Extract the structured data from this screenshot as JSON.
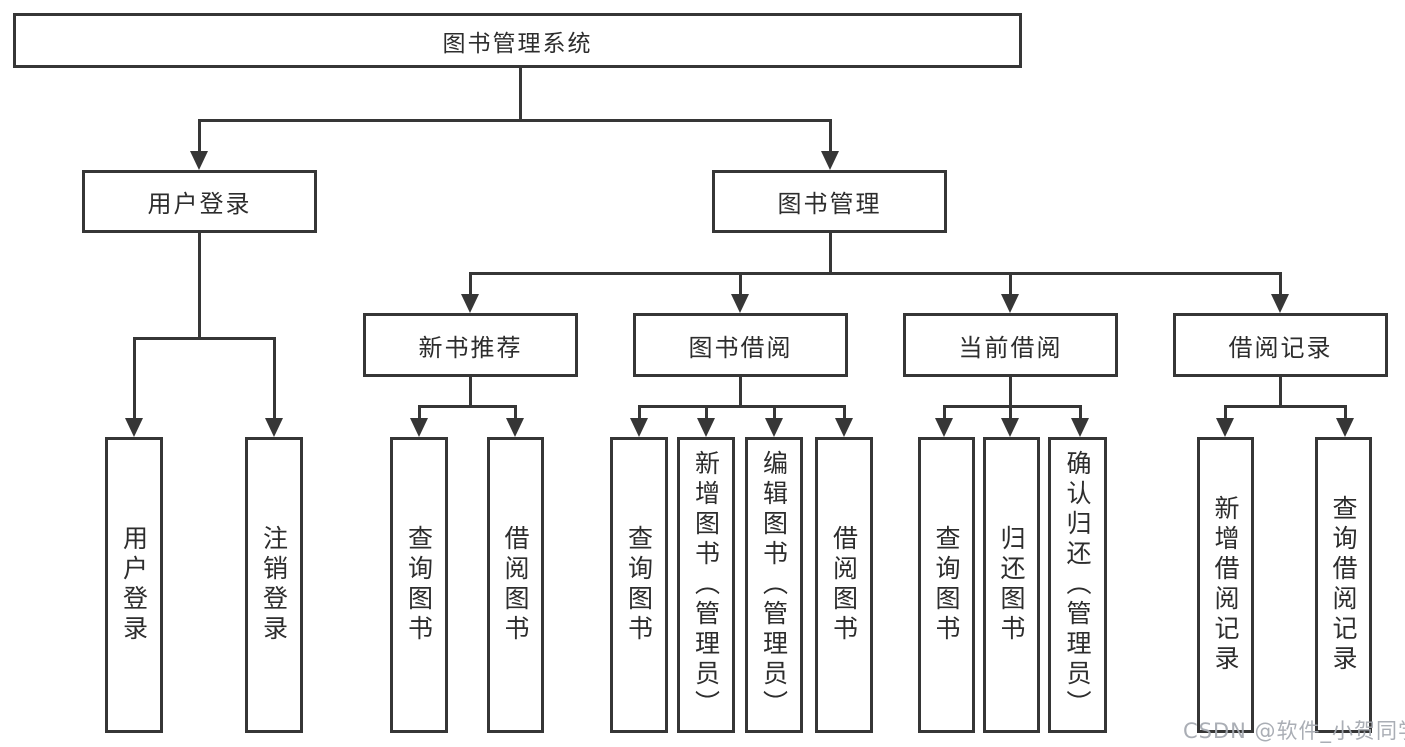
{
  "diagram": {
    "root": {
      "label": "图书管理系统"
    },
    "level2": [
      {
        "label": "用户登录"
      },
      {
        "label": "图书管理"
      }
    ],
    "user_leaves": [
      {
        "label": "用户登录"
      },
      {
        "label": "注销登录"
      }
    ],
    "modules": [
      {
        "label": "新书推荐",
        "leaves": [
          {
            "label": "查询图书"
          },
          {
            "label": "借阅图书"
          }
        ]
      },
      {
        "label": "图书借阅",
        "leaves": [
          {
            "label": "查询图书"
          },
          {
            "label": "新增图书（管理员）"
          },
          {
            "label": "编辑图书（管理员）"
          },
          {
            "label": "借阅图书"
          }
        ]
      },
      {
        "label": "当前借阅",
        "leaves": [
          {
            "label": "查询图书"
          },
          {
            "label": "归还图书"
          },
          {
            "label": "确认归还（管理员）"
          }
        ]
      },
      {
        "label": "借阅记录",
        "leaves": [
          {
            "label": "新增借阅记录"
          },
          {
            "label": "查询借阅记录"
          }
        ]
      }
    ],
    "watermark": "CSDN @软件_小贺同学",
    "colors": {
      "line": "#363636",
      "text": "#2d2d2d",
      "watermark": "#a5aab1",
      "background": "#ffffff"
    }
  }
}
